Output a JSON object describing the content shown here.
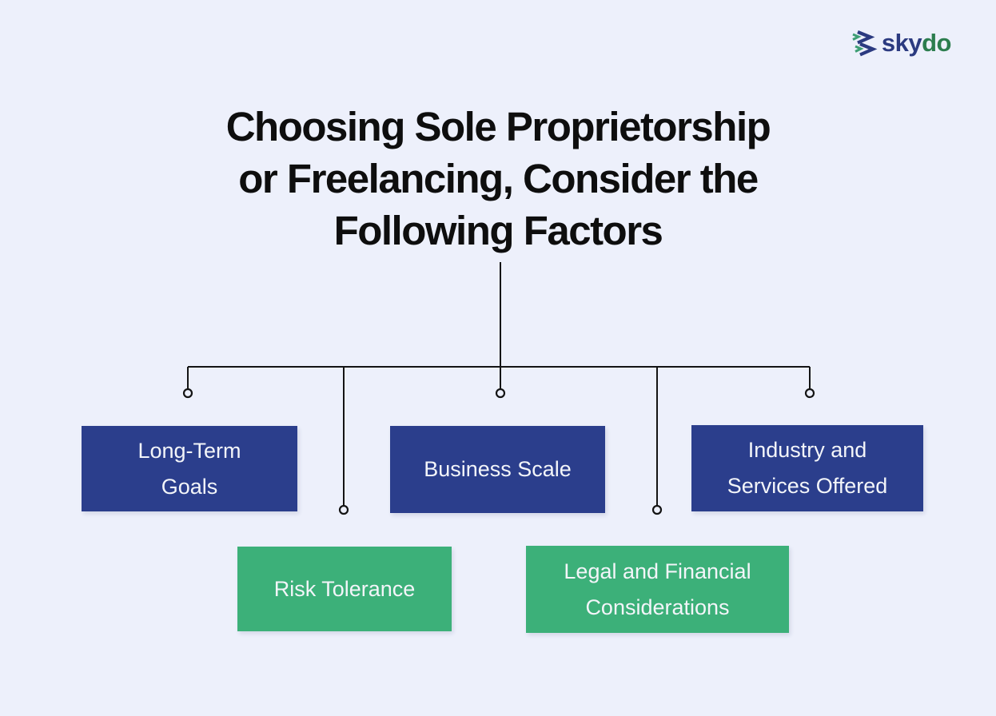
{
  "colors": {
    "background": "#edf0fb",
    "blue_box": "#2b3e8c",
    "green_box": "#3cb079",
    "box_text": "#f3f5f9",
    "line": "#141414",
    "title_text": "#0e0e0e",
    "logo_navy": "#2b3a80",
    "logo_green": "#2c7d4e"
  },
  "logo": {
    "brand": "skydo",
    "sky": "sky",
    "do": "do",
    "icon": "skydo-chevrons-icon"
  },
  "title": {
    "text": "Choosing Sole Proprietorship or Freelancing, Consider the Following Factors",
    "display": "Choosing Sole Proprietorship\nor Freelancing, Consider the\nFollowing Factors"
  },
  "diagram": {
    "type": "tree",
    "factors": [
      {
        "label": "Long-Term Goals",
        "display": "Long-Term\nGoals",
        "color_role": "blue",
        "row": "top"
      },
      {
        "label": "Business Scale",
        "display": "Business Scale",
        "color_role": "blue",
        "row": "top"
      },
      {
        "label": "Industry and Services Offered",
        "display": "Industry and\nServices Offered",
        "color_role": "blue",
        "row": "top"
      },
      {
        "label": "Risk Tolerance",
        "display": "Risk Tolerance",
        "color_role": "green",
        "row": "bottom"
      },
      {
        "label": "Legal and Financial Considerations",
        "display": "Legal and Financial\nConsiderations",
        "color_role": "green",
        "row": "bottom"
      }
    ]
  }
}
